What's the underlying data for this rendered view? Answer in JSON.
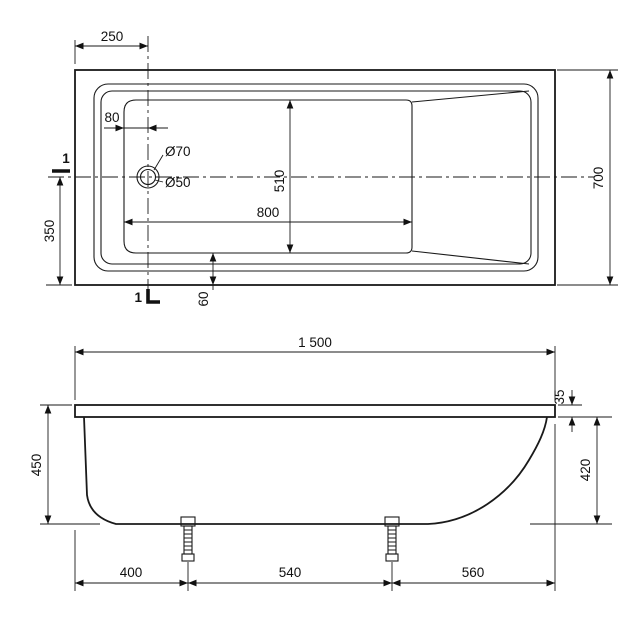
{
  "top_view": {
    "drain_offset_from_end": "250",
    "drain_offset_from_wall": "80",
    "drain_outer_diameter": "Ø70",
    "drain_inner_diameter": "Ø50",
    "basin_width": "510",
    "basin_length": "800",
    "centerline_to_edge": "350",
    "rim_to_edge": "60",
    "overall_width": "700",
    "section_label": "1"
  },
  "side_view": {
    "overall_length": "1 500",
    "rim_height": "35",
    "overall_height": "450",
    "body_height": "420",
    "foot_offset_front": "400",
    "foot_spacing": "540",
    "foot_offset_back": "560"
  }
}
